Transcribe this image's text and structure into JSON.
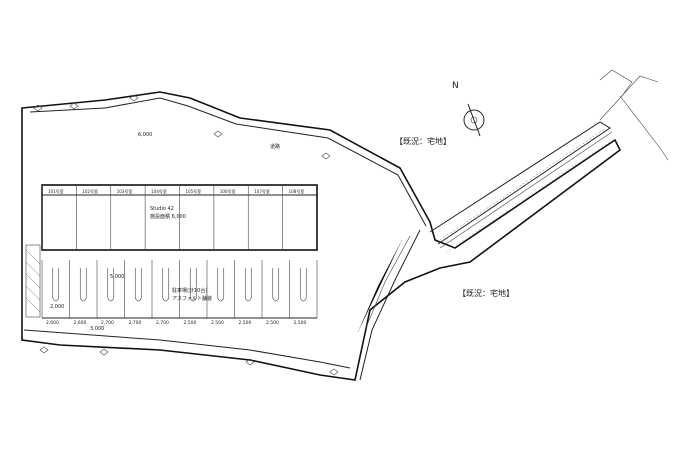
{
  "labels": {
    "existing_residential_top": "【既況：宅地】",
    "existing_residential_right": "【既況：宅地】",
    "north_mark": "N",
    "building_name": "Studio 42",
    "building_area": "施設面積 6,000",
    "parking": "駐車場(計10台)",
    "parking_sub": "アスファルト舗装",
    "dim_top": "6,000",
    "dim_mid": "3,000",
    "dim_left": "2,000",
    "dim_vertical": "5,000",
    "road": "道路"
  },
  "units": [
    {
      "label": "101号室"
    },
    {
      "label": "102号室"
    },
    {
      "label": "103号室"
    },
    {
      "label": "104号室"
    },
    {
      "label": "105号室"
    },
    {
      "label": "106号室"
    },
    {
      "label": "107号室"
    },
    {
      "label": "108号室"
    }
  ],
  "bays": [
    {
      "width": "2,600"
    },
    {
      "width": "2,600"
    },
    {
      "width": "2,700"
    },
    {
      "width": "2,700"
    },
    {
      "width": "2,700"
    },
    {
      "width": "2,500"
    },
    {
      "width": "2,500"
    },
    {
      "width": "2,500"
    },
    {
      "width": "2,500"
    },
    {
      "width": "2,500"
    }
  ],
  "colors": {
    "line": "#222222",
    "background": "#ffffff"
  }
}
